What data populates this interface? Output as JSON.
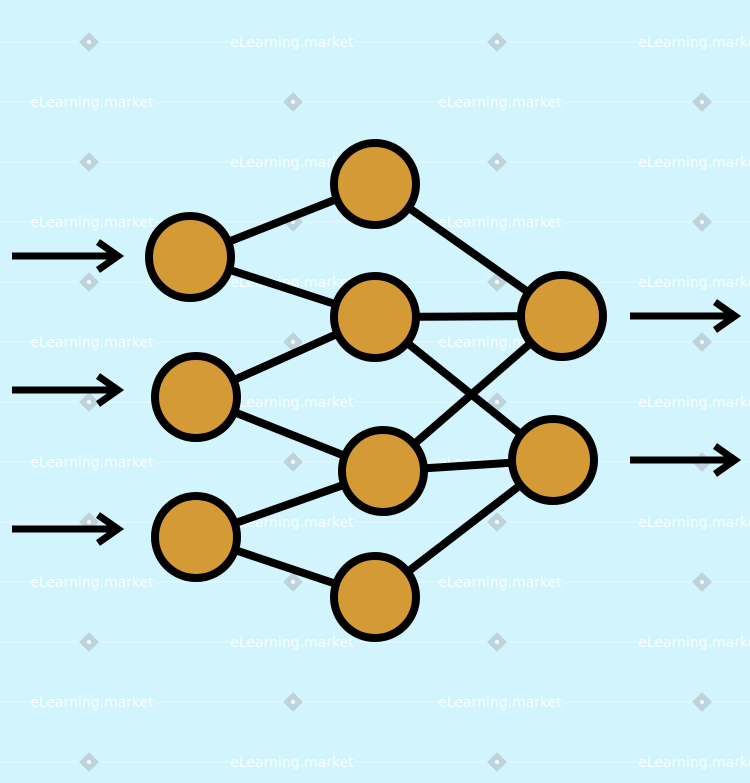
{
  "watermark": {
    "text": "eLearning.market"
  },
  "colors": {
    "background": "#d2f4fd",
    "node_fill": "#d39a36",
    "stroke": "#000000",
    "watermark": "#ffffff",
    "watermark_diamond": "#b9cfd6"
  },
  "network": {
    "layers": [
      {
        "name": "input",
        "node_count": 3
      },
      {
        "name": "hidden",
        "node_count": 4
      },
      {
        "name": "output",
        "node_count": 2
      }
    ],
    "input_arrows": 3,
    "output_arrows": 2,
    "connections": [
      [
        "input-1",
        "hidden-1"
      ],
      [
        "input-1",
        "hidden-2"
      ],
      [
        "input-2",
        "hidden-2"
      ],
      [
        "input-2",
        "hidden-3"
      ],
      [
        "input-3",
        "hidden-3"
      ],
      [
        "input-3",
        "hidden-4"
      ],
      [
        "hidden-1",
        "output-1"
      ],
      [
        "hidden-2",
        "output-1"
      ],
      [
        "hidden-2",
        "output-2"
      ],
      [
        "hidden-3",
        "output-1"
      ],
      [
        "hidden-3",
        "output-2"
      ],
      [
        "hidden-4",
        "output-2"
      ]
    ],
    "icons": {
      "input_arrow": "arrow-right-icon",
      "output_arrow": "arrow-right-icon",
      "watermark_mark": "diamond-icon"
    }
  }
}
